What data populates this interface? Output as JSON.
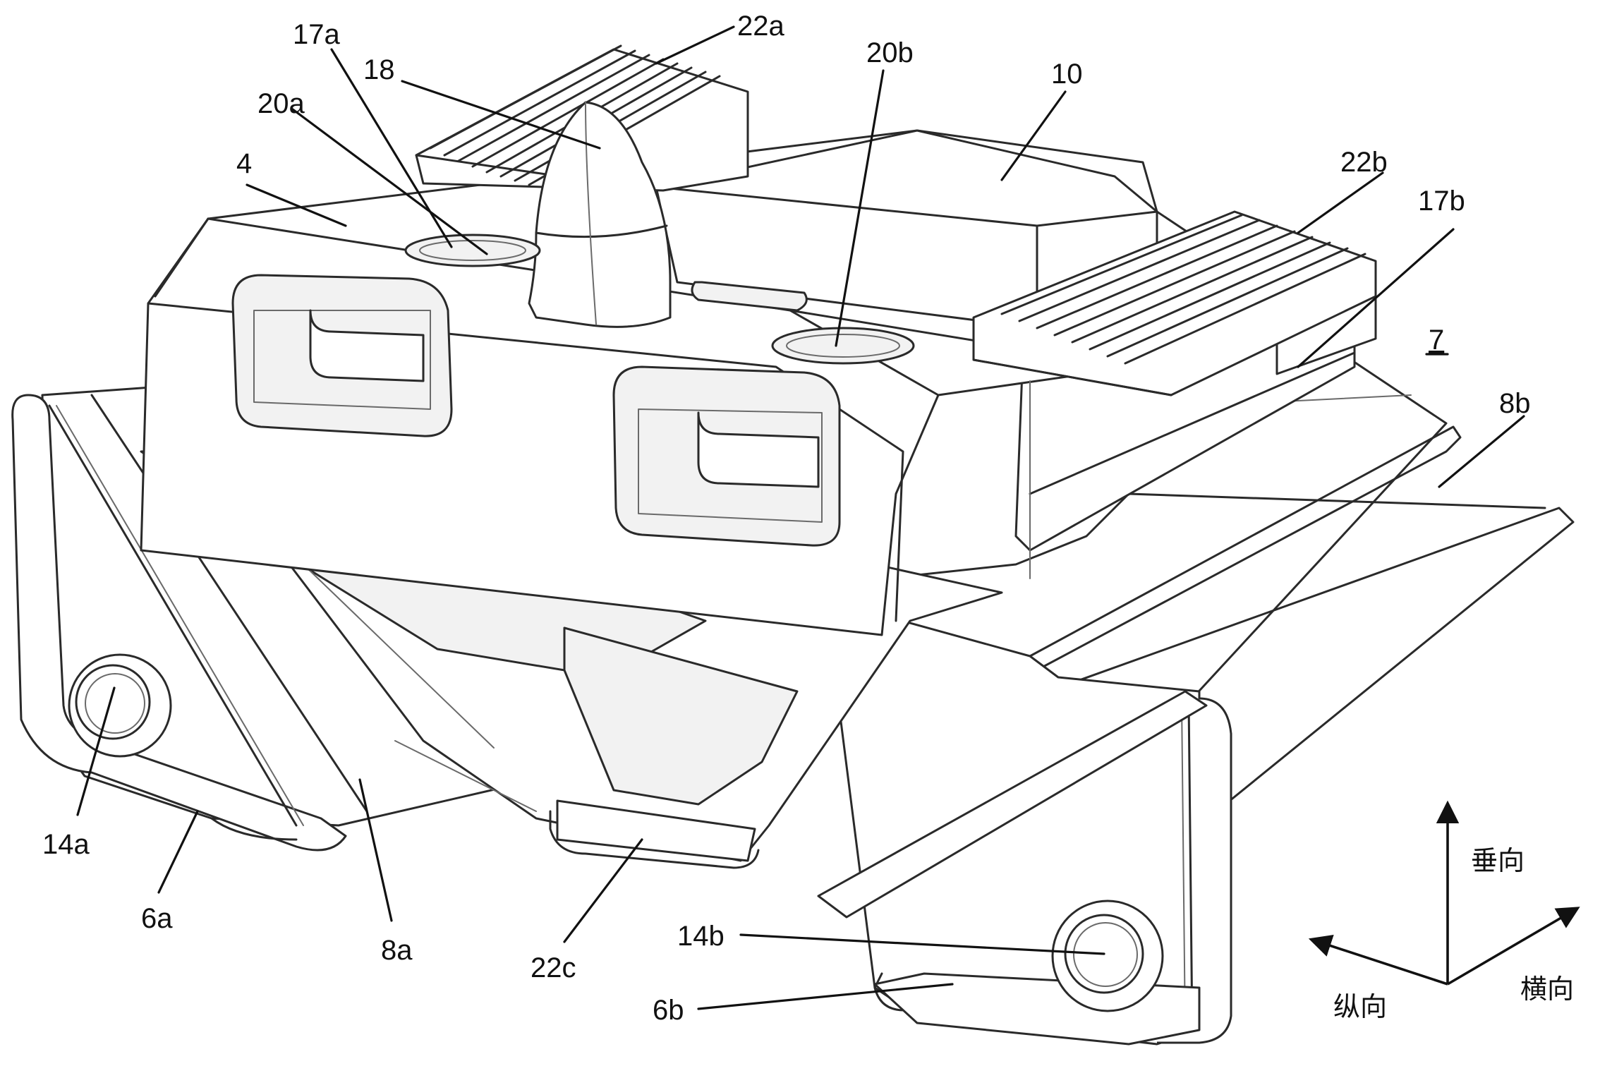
{
  "labels": {
    "l22a": "22a",
    "l17a": "17a",
    "l18": "18",
    "l20a": "20a",
    "l20b": "20b",
    "l10": "10",
    "l4": "4",
    "l22b": "22b",
    "l17b": "17b",
    "l7": "7",
    "l8b": "8b",
    "l14a": "14a",
    "l6a": "6a",
    "l8a": "8a",
    "l22c": "22c",
    "l14b": "14b",
    "l6b": "6b"
  },
  "axes": {
    "vertical": "垂向",
    "longitudinal": "纵向",
    "transverse": "横向"
  }
}
